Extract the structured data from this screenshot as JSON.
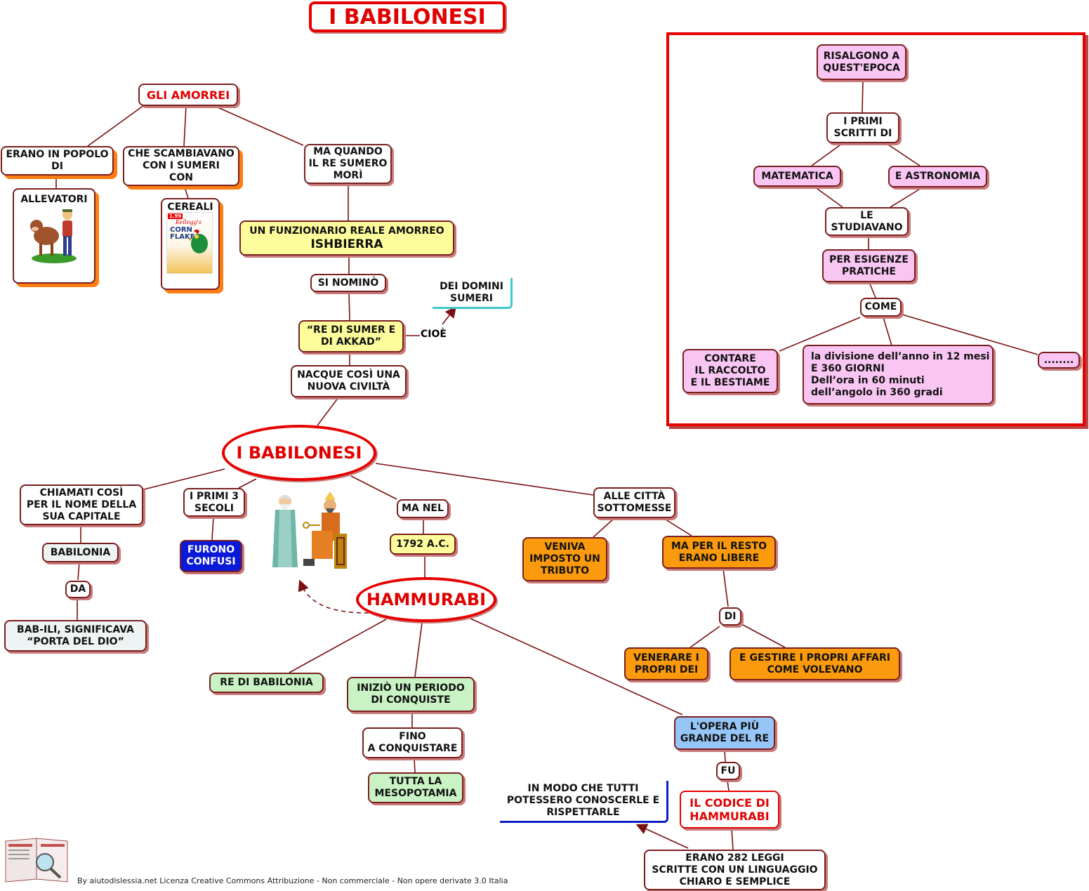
{
  "title": "I BABILONESI",
  "footer": "By aiutodislessia.net Licenza Creative Commons Attribuzione - Non commerciale - Non opere derivate 3.0 Italia",
  "colors": {
    "accent_red": "#e60000",
    "border": "#7a1f1f",
    "pink": "#f9c6f3",
    "yellow": "#fdfd9c",
    "green": "#c9f3c4",
    "orange": "#fb9a0c",
    "blue": "#0a19d8",
    "light_blue": "#96c6f8"
  },
  "amorrei": {
    "title": "GLI AMORREI",
    "popolo": "ERANO IN POPOLO\nDI",
    "allevatori": "ALLEVATORI",
    "scambiavano": "CHE SCAMBIAVANO\nCON I SUMERI\nCON",
    "cereali": "CEREALI",
    "cereal_brand": "CORN\nFLAKES",
    "cereal_maker": "Kellogg's",
    "cereal_price": "1.99",
    "ma_quando": "MA QUANDO\nIL RE SUMERO\nMORÌ",
    "funzionario_line1": "UN FUNZIONARIO REALE AMORREO",
    "funzionario_line2": "ISHBIERRA",
    "si_nomino": "SI NOMINÒ",
    "re_di_sumer": "“RE DI SUMER E\nDI AKKAD”",
    "cioe": "CIOÈ",
    "domini_sumeri": "DEI DOMINI\nSUMERI",
    "nacque": "NACQUE COSÌ UNA\nNUOVA CIVILTÀ"
  },
  "center": "I BABILONESI",
  "chiamati": {
    "text": "CHIAMATI COSÌ\nPER IL NOME DELLA\nSUA CAPITALE",
    "babilonia": "BABILONIA",
    "da": "DA",
    "babili": "BAB-ILI, SIGNIFICAVA\n“PORTA DEL DIO”"
  },
  "primi_secoli": {
    "text": "I PRIMI 3\nSECOLI",
    "confusi": "FURONO\nCONFUSI"
  },
  "ma_nel": {
    "text": "MA NEL",
    "anno": "1792 A.C."
  },
  "hammurabi": {
    "name": "HAMMURABI",
    "re": "RE DI BABILONIA",
    "inizio": "INIZIÒ UN PERIODO\nDI CONQUISTE",
    "fino": "FINO\nA CONQUISTARE",
    "mesopotamia": "TUTTA LA\nMESOPOTAMIA",
    "opera": "L'OPERA PIÙ\nGRANDE DEL RE",
    "fu": "FU",
    "codice": "IL CODICE DI\nHAMMURABI",
    "leggi": "ERANO  282 LEGGI\nSCRITTE CON UN LINGUAGGIO\nCHIARO E SEMPLICE",
    "in_modo": "IN MODO CHE TUTTI\nPOTESSERO CONOSCERLE E\nRISPETTARLE"
  },
  "citta": {
    "text": "ALLE CITTÀ\nSOTTOMESSE",
    "tributo": "VENIVA\nIMPOSTO UN\nTRIBUTO",
    "libere": "MA PER IL RESTO\nERANO LIBERE",
    "di": "DI",
    "venerare": "VENERARE I\nPROPRI DEI",
    "gestire": "E GESTIRE I PROPRI AFFARI\nCOME VOLEVANO"
  },
  "panel": {
    "risalgono": "RISALGONO A\nQUEST'EPOCA",
    "primi_scritti": "I PRIMI\nSCRITTI DI",
    "matematica": "MATEMATICA",
    "astronomia": "E ASTRONOMIA",
    "studiavano": "LE\nSTUDIAVANO",
    "esigenze": "PER ESIGENZE\nPRATICHE",
    "come": "COME",
    "contare": "CONTARE\nIL RACCOLTO\nE IL BESTIAME",
    "divisione": "la divisione dell’anno in 12 mesi\nE 360 GIORNI\nDell’ora in 60 minuti\ndell’angolo in 360 gradi",
    "dots": "........"
  }
}
